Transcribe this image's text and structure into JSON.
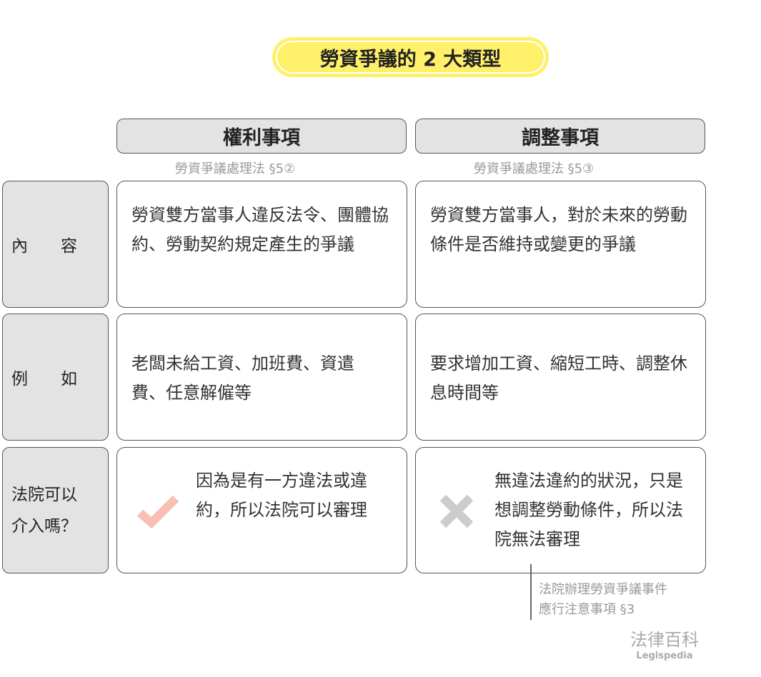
{
  "title": "勞資爭議的 2 大類型",
  "columns": [
    {
      "label": "權利事項",
      "source": "勞資爭議處理法 §5②"
    },
    {
      "label": "調整事項",
      "source": "勞資爭議處理法 §5③"
    }
  ],
  "rows": [
    {
      "label": "內　　容",
      "cells": [
        "勞資雙方當事人違反法令、團體協約、勞動契約規定產生的爭議",
        "勞資雙方當事人，對於未來的勞動條件是否維持或變更的爭議"
      ]
    },
    {
      "label": "例　　如",
      "cells": [
        "老闆未給工資、加班費、資遣費、任意解僱等",
        "要求增加工資、縮短工時、調整休息時間等"
      ]
    },
    {
      "label": "法院可以介入嗎？",
      "cells": [
        "因為是有一方違法或違約，所以法院可以審理",
        "無違法違約的狀況，只是想調整勞動條件，所以法院無法審理"
      ],
      "icons": [
        "check-icon",
        "cross-icon"
      ]
    }
  ],
  "footnote": [
    "法院辦理勞資爭議事件",
    "應行注意事項 §3"
  ],
  "logo": {
    "zh": "法律百科",
    "en": "Legispedia"
  },
  "colors": {
    "title_bg": "#fff06a",
    "header_bg": "#e3e3e3",
    "check": "#f9bfb5",
    "cross": "#cccccc"
  }
}
